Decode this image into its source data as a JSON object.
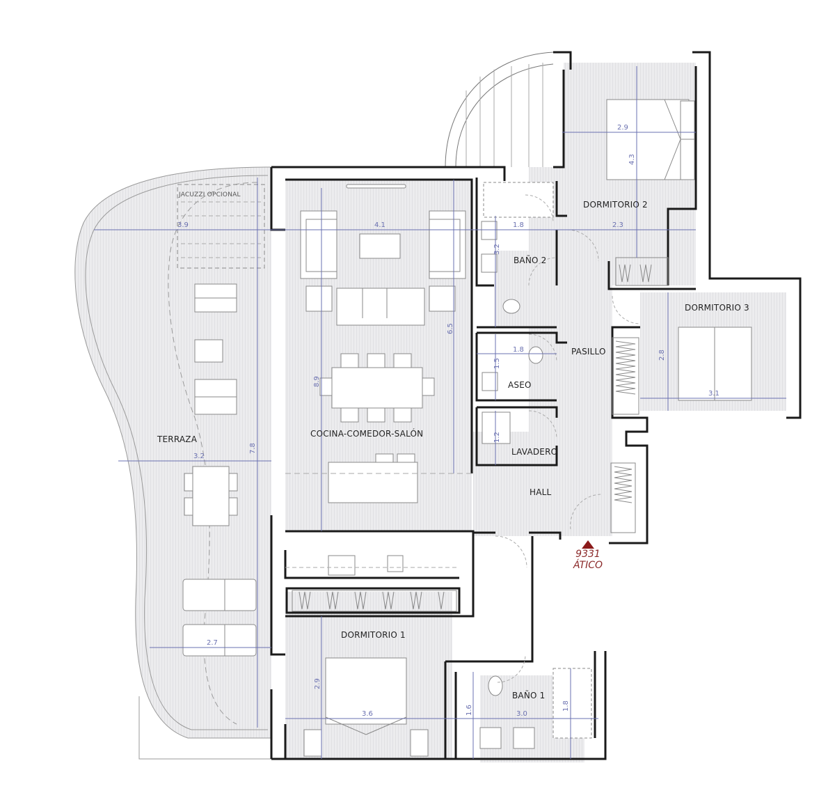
{
  "plan": {
    "unit_number": "9331",
    "unit_type": "ÁTICO",
    "colors": {
      "wall": "#1a1a1a",
      "floor_hatch": "#e6e6e8",
      "dimension": "#6a70b0",
      "unit_marker": "#8b1a1a",
      "furniture": "#888888"
    },
    "rooms": [
      {
        "id": "terraza",
        "label": "TERRAZA"
      },
      {
        "id": "jacuzzi",
        "label": "JACUZZI OPCIONAL"
      },
      {
        "id": "cocina",
        "label": "COCINA-COMEDOR-SALÓN"
      },
      {
        "id": "bano2",
        "label": "BAÑO 2"
      },
      {
        "id": "dormitorio2",
        "label": "DORMITORIO 2"
      },
      {
        "id": "dormitorio3",
        "label": "DORMITORIO 3"
      },
      {
        "id": "pasillo",
        "label": "PASILLO"
      },
      {
        "id": "aseo",
        "label": "ASEO"
      },
      {
        "id": "lavadero",
        "label": "LAVADERO"
      },
      {
        "id": "hall",
        "label": "HALL"
      },
      {
        "id": "dormitorio1",
        "label": "DORMITORIO 1"
      },
      {
        "id": "bano1",
        "label": "BAÑO 1"
      }
    ],
    "dimensions": {
      "terraza_top_width": "3.9",
      "salon_width": "4.1",
      "bano2_width": "1.8",
      "dorm2_lower_width": "2.3",
      "dorm2_width": "2.9",
      "dorm2_depth": "4.3",
      "bano2_depth": "3.2",
      "aseo_width": "1.8",
      "aseo_depth": "1.5",
      "lavadero_depth": "1.2",
      "salon_depth": "6.5",
      "cocina_depth": "8.9",
      "terraza_mid_width": "3.2",
      "terraza_depth": "7.8",
      "dorm3_depth": "2.8",
      "dorm3_width": "3.1",
      "terraza_bottom_width": "2.7",
      "dorm1_depth": "2.9",
      "dorm1_width": "3.6",
      "bano1_depth_left": "1.6",
      "bano1_width": "3.0",
      "bano1_depth_right": "1.8"
    }
  }
}
